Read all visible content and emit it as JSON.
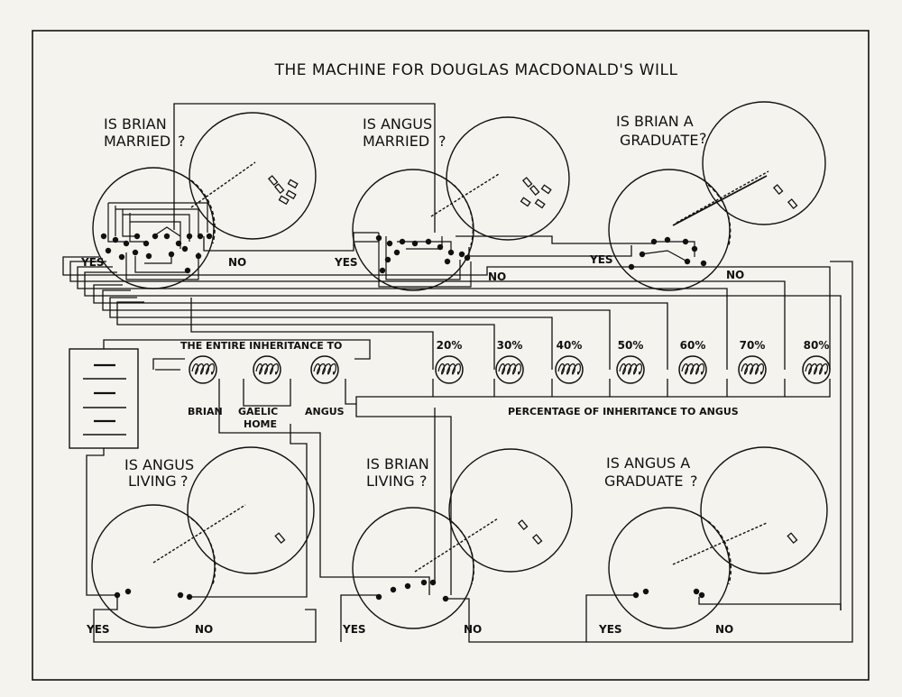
{
  "title": "THE MACHINE FOR DOUGLAS MACDONALD'S WILL",
  "questions": [
    {
      "line1": "IS BRIAN",
      "line2": "MARRIED",
      "yes": "YES",
      "no": "NO"
    },
    {
      "line1": "IS ANGUS",
      "line2": "MARRIED",
      "yes": "YES",
      "no": "NO"
    },
    {
      "line1": "IS BRIAN A",
      "line2": "GRADUATE",
      "yes": "YES",
      "no": "NO"
    },
    {
      "line1": "IS ANGUS",
      "line2": "LIVING",
      "yes": "YES",
      "no": "NO"
    },
    {
      "line1": "IS BRIAN",
      "line2": "LIVING",
      "yes": "YES",
      "no": "NO"
    },
    {
      "line1": "IS ANGUS A",
      "line2": "GRADUATE",
      "yes": "YES",
      "no": "NO"
    }
  ],
  "question_mark": "?",
  "inheritance_header": "THE ENTIRE INHERITANCE TO",
  "heirs": [
    {
      "label": "BRIAN"
    },
    {
      "label": "GAELIC HOME",
      "line1": "GAELIC",
      "line2": "HOME"
    },
    {
      "label": "ANGUS"
    }
  ],
  "percentages": [
    "20%",
    "30%",
    "40%",
    "50%",
    "60%",
    "70%",
    "80%"
  ],
  "percentage_caption": "PERCENTAGE OF INHERITANCE TO ANGUS",
  "colors": {
    "ink": "#111111",
    "paper": "#f4f3ee"
  }
}
